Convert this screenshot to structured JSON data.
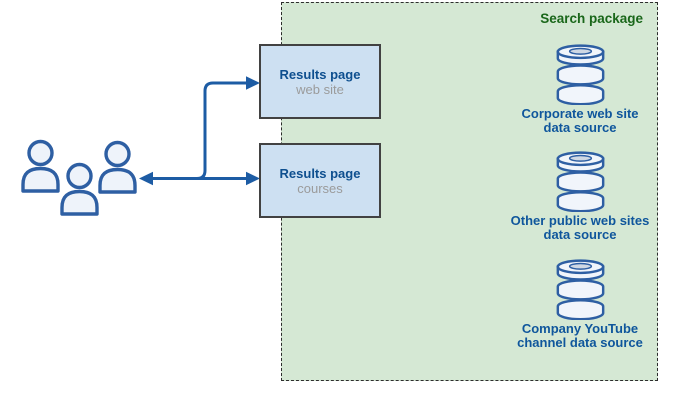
{
  "diagram_title": "Search package architecture diagram",
  "search_package": {
    "label": "Search package"
  },
  "results_pages": [
    {
      "title": "Results page",
      "subtitle": "web site"
    },
    {
      "title": "Results page",
      "subtitle": "courses"
    }
  ],
  "data_sources": [
    {
      "line1": "Corporate web site",
      "line2": "data source"
    },
    {
      "line1": "Other public web sites",
      "line2": "data source"
    },
    {
      "line1": "Company YouTube",
      "line2": "channel data source"
    }
  ],
  "users_group": {
    "icon": "users-icon",
    "count": 3
  },
  "connectors": [
    {
      "from": "users-group",
      "to": "results-page-courses",
      "style": "double-arrow"
    },
    {
      "from": "users-group",
      "to": "results-page-web-site",
      "style": "arrow"
    }
  ],
  "colors": {
    "package_fill": "#d5e8d4",
    "package_border": "#2d2d2d",
    "package_label": "#1a671a",
    "node_fill": "#cde0f2",
    "node_border": "#424242",
    "node_title": "#0e4f8f",
    "node_subtitle": "#9b9b9b",
    "data_source_label": "#0f569c",
    "arrow": "#1d5ca4",
    "icon_stroke": "#2e5fa3",
    "icon_fill": "#eef3fa",
    "background": "#ffffff"
  }
}
